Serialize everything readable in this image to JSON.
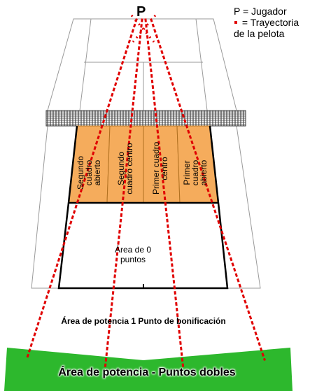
{
  "player_label": "P",
  "legend": {
    "player": "P = Jugador",
    "trajectory_line1": " = Trayectoria",
    "trajectory_line2": "de la pelota",
    "trajectory_color": "#e00000"
  },
  "target_boxes": [
    {
      "label": "Segundo cuadro abierto"
    },
    {
      "label": "Segundo cuadro centro"
    },
    {
      "label": "Primer cuadro centro"
    },
    {
      "label": "Primer cuadro abierto"
    }
  ],
  "zero_area": "Área de 0 puntos",
  "bonus_area": "Área de potencia 1 Punto de bonificación",
  "double_area": "Área de potencia - Puntos dobles",
  "colors": {
    "boxes": "#f5ac5c",
    "double_band": "#2db82d",
    "trajectory": "#e00000"
  }
}
